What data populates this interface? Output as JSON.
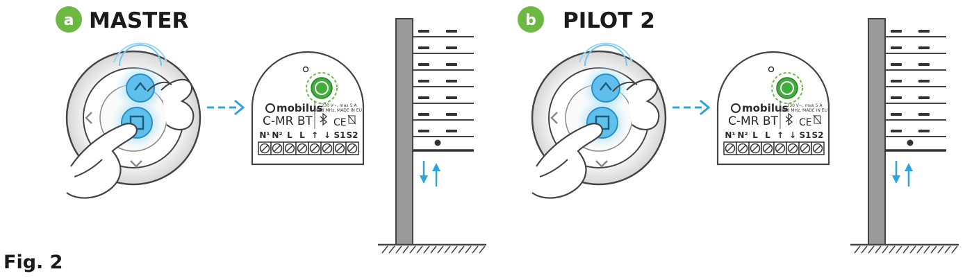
{
  "panels": [
    {
      "badge": "a",
      "title": "MASTER"
    },
    {
      "badge": "b",
      "title": "PILOT 2"
    }
  ],
  "figure_label": "Fig. 2",
  "device": {
    "brand": "mobilus",
    "model": "C-MR BT",
    "spec_line1": "230 V~, max 5 A",
    "spec_line2": "868 MHz, MADE IN EU",
    "terminals": [
      "N¹",
      "N²",
      "L",
      "L",
      "↑",
      "↓",
      "S1",
      "S2"
    ]
  },
  "colors": {
    "badge_green": "#6cb843",
    "led_green": "#3fae3a",
    "arrow_blue": "#2ea3dc",
    "wall_grey": "#9a9a9a"
  }
}
